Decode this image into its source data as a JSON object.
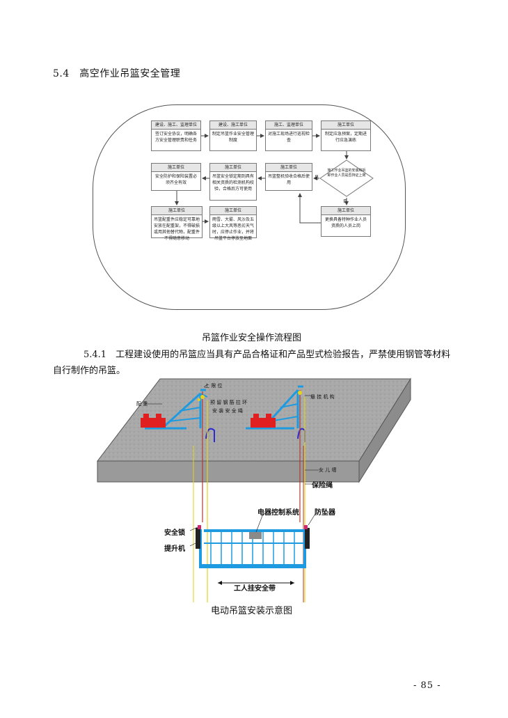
{
  "section_heading": "5.4　高空作业吊篮安全管理",
  "flowchart": {
    "caption": "吊篮作业安全操作流程图",
    "boxes": [
      {
        "header": "建设、施工、监理单位",
        "body": "签订安全协议，明确各方安全管理职责和任务"
      },
      {
        "header": "建设、施工单位",
        "body": "制定吊篮作业安全管理制度"
      },
      {
        "header": "施工、监理单位",
        "body": "对施工现场进行巡视检查"
      },
      {
        "header": "施工单位",
        "body": "制定应急预案，定期进行应急演练"
      },
      {
        "header": "施工单位",
        "body": "安全防护和保险装置必须齐全有效"
      },
      {
        "header": "施工单位",
        "body": "吊篮安全锁定期到具有相关资质的检测机构校验，合格后方可使用"
      },
      {
        "header": "施工单位",
        "body": "吊篮整机验收合格后使用"
      },
      {
        "header": "施工单位",
        "body": "吊篮配重件应稳定可靠地安放在配重架，不得破损或用其他替代物，配重件不得随意移动"
      },
      {
        "header": "施工单位",
        "body": "雨雪、大雾、风沙及五级以上大风等恶劣天气时，应停止作业，并将吊篮平台停放至地面"
      },
      {
        "header": "施工单位",
        "body": "更换具备特种作业人员资质的人员上岗"
      }
    ],
    "decision": "施工作业吊篮的安装和拆卸作业人员是否持证上岗",
    "yes_label": "是",
    "no_label": "否"
  },
  "paragraph": "5.4.1　工程建设使用的吊篮应当具有产品合格证和产品型式检验报告，严禁使用钢管等材料自行制作的吊篮。",
  "diagram": {
    "caption": "电动吊篮安装示意图",
    "labels": {
      "upper_limit": "上 限 位",
      "counterweight": "配 重",
      "suspension": "悬 挂 机 构",
      "wire_ring": "预 留 钢 筋 拉 环",
      "safety_rope_install": "安 装 安 全 绳",
      "parapet": "女 儿 墙",
      "safety_rope": "保险绳",
      "control_system": "电器控制系统",
      "fall_arrester": "防坠器",
      "safety_lock": "安全锁",
      "hoist": "提升机",
      "harness": "工人挂安全带"
    },
    "colors": {
      "steel": "#1e9be0",
      "weight": "#e02020",
      "rope_yellow": "#e8d21a",
      "rope_red": "#b03a2e",
      "concrete": "#a9a9a9"
    }
  },
  "page_number": "- 85 -"
}
